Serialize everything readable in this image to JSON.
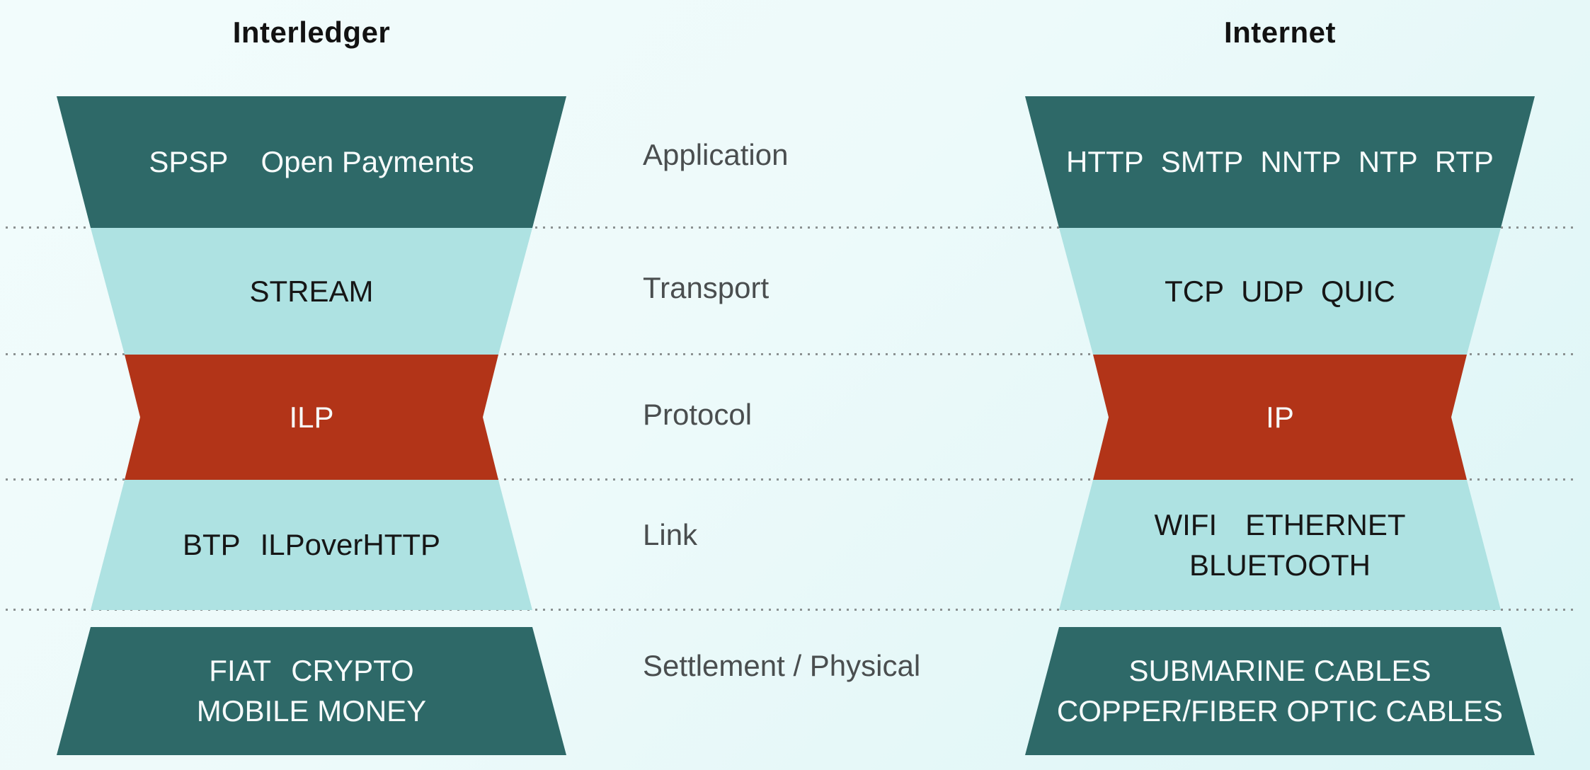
{
  "titles": {
    "left": "Interledger",
    "right": "Internet"
  },
  "stack": [
    {
      "label": "Application",
      "interledger": {
        "line1": [
          "SPSP",
          "Open Payments"
        ]
      },
      "internet": {
        "line1": [
          "HTTP",
          "SMTP",
          "NNTP",
          "NTP",
          "RTP"
        ]
      }
    },
    {
      "label": "Transport",
      "interledger": {
        "line1": [
          "STREAM"
        ]
      },
      "internet": {
        "line1": [
          "TCP",
          "UDP",
          "QUIC"
        ]
      }
    },
    {
      "label": "Protocol",
      "interledger": {
        "line1": [
          "ILP"
        ]
      },
      "internet": {
        "line1": [
          "IP"
        ]
      }
    },
    {
      "label": "Link",
      "interledger": {
        "line1": [
          "BTP",
          "ILPoverHTTP"
        ]
      },
      "internet": {
        "line1": [
          "WIFI",
          "ETHERNET"
        ],
        "line2": [
          "BLUETOOTH"
        ]
      }
    },
    {
      "label": "Settlement / Physical",
      "interledger": {
        "line1": [
          "FIAT",
          "CRYPTO"
        ],
        "line2": [
          "MOBILE MONEY"
        ]
      },
      "internet": {
        "line1": [
          "SUBMARINE CABLES"
        ],
        "line2": [
          "COPPER/FIBER OPTIC CABLES"
        ]
      }
    }
  ],
  "colors": {
    "dark_teal": "#2e6968",
    "light_teal": "#aee2e2",
    "red": "#b23418",
    "background_top": "#f2fcfc",
    "background_bottom": "#dcf5f6",
    "dot_gray": "#8b9191",
    "label_gray": "#4a4e4f",
    "text_light": "#f7fbfb",
    "text_dark": "#161616",
    "title_black": "#121212"
  }
}
